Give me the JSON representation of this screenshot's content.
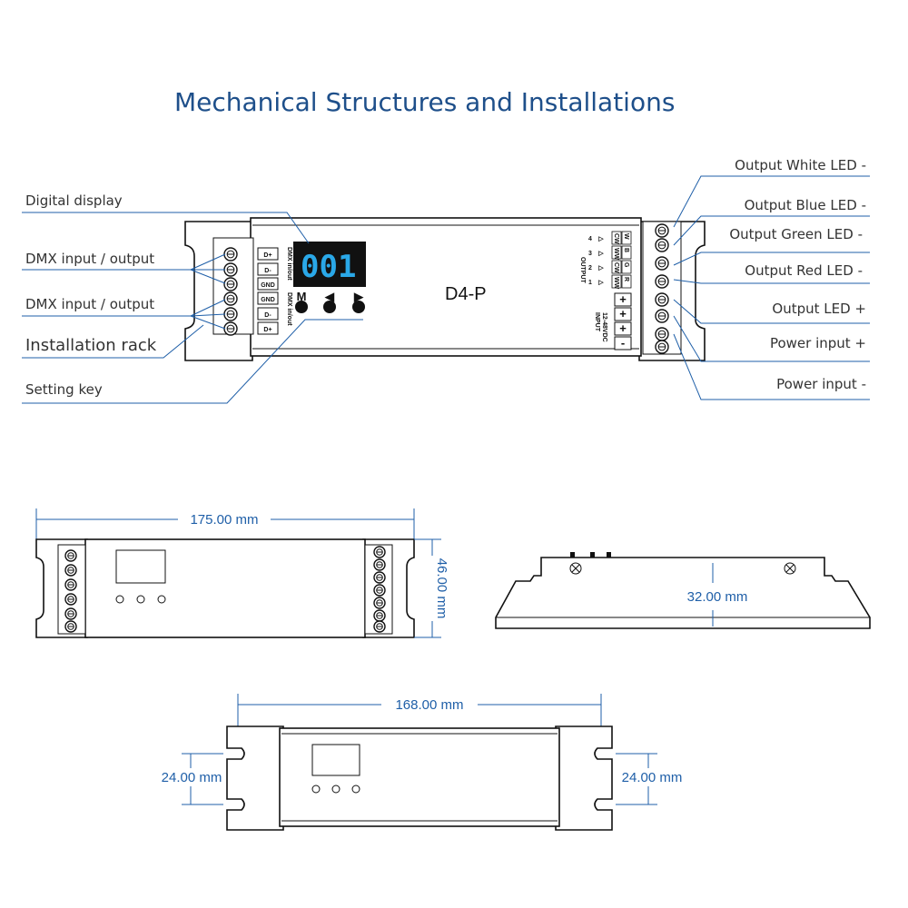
{
  "title": "Mechanical Structures and Installations",
  "model": "D4-P",
  "display_value": "001",
  "buttons": [
    "M",
    "◀",
    "▶"
  ],
  "left_callouts": {
    "digital_display": "Digital display",
    "dmx_1": "DMX input / output",
    "dmx_2": "DMX input / output",
    "installation_rack": "Installation rack",
    "setting_key": "Setting key"
  },
  "right_callouts": {
    "white": "Output White LED -",
    "blue": "Output Blue LED -",
    "green": "Output Green LED -",
    "red": "Output Red LED -",
    "led_plus": "Output LED +",
    "power_plus": "Power input +",
    "power_minus": "Power input -"
  },
  "left_terminals": [
    "D+",
    "D-",
    "GND",
    "GND",
    "D-",
    "D+"
  ],
  "left_vertical_labels": [
    "DMX in/out",
    "DMX in/out"
  ],
  "output_vertical_label": "OUTPUT",
  "output_channel_numbers": [
    "4",
    "3",
    "2",
    "1"
  ],
  "output_channel_codes": [
    [
      "CW",
      "W"
    ],
    [
      "WW",
      "B"
    ],
    [
      "CW",
      "G"
    ],
    [
      "WW",
      "R"
    ]
  ],
  "input_vertical_labels": [
    "INPUT",
    "12-48VDC"
  ],
  "right_terminals": [
    "+",
    "+",
    "+",
    "-"
  ],
  "dimensions": {
    "length": "175.00 mm",
    "width": "46.00 mm",
    "height": "32.00 mm",
    "mount_span": "168.00 mm",
    "slot_left": "24.00 mm",
    "slot_right": "24.00 mm"
  },
  "colors": {
    "title": "#1e4f8a",
    "leader": "#1f5fa8",
    "display_digits": "#2aa8e8",
    "display_bg": "#111111"
  }
}
